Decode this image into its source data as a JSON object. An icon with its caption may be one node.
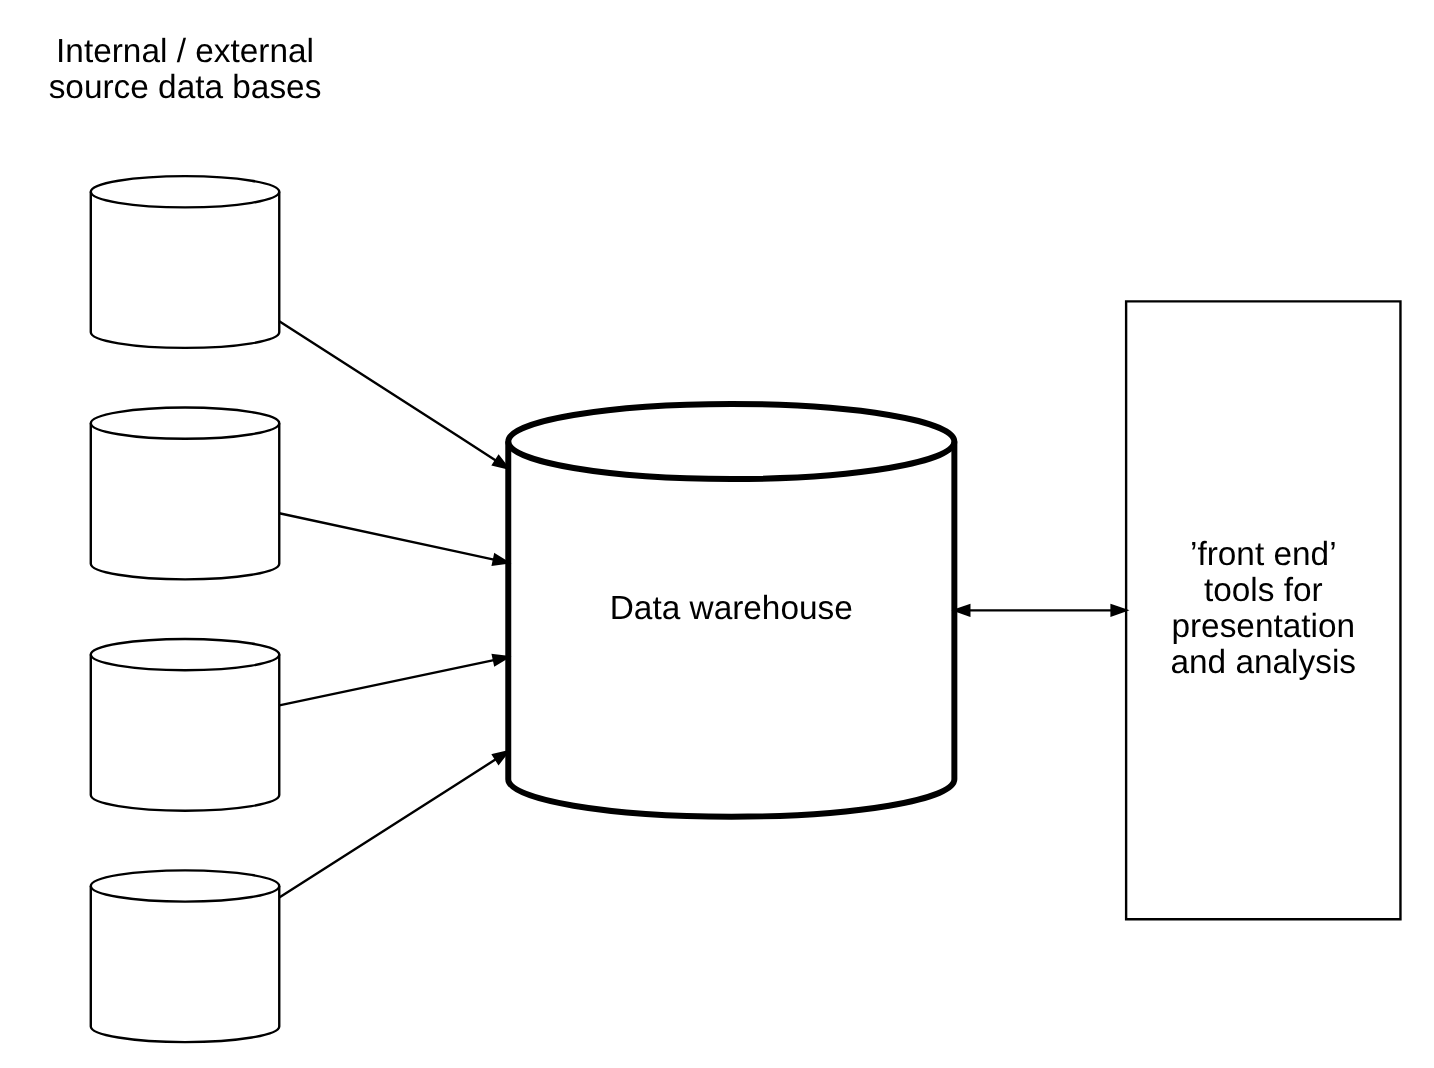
{
  "diagram": {
    "nodes": [
      {
        "text": [],
        "shape": "cylinder"
      },
      {
        "text": [],
        "shape": "cylinder"
      },
      {
        "text": [],
        "shape": "cylinder"
      },
      {
        "text": [],
        "shape": "cylinder"
      },
      {
        "text": [
          "Data warehouse"
        ]
      },
      {
        "text": [
          "’front end’ tools for presentation and analysis"
        ]
      }
    ],
    "edges": [
      {
        "from": 0,
        "to": 4,
        "arrow": "to"
      },
      {
        "from": 1,
        "to": 4,
        "arrow": "to"
      },
      {
        "from": 2,
        "to": 4,
        "arrow": "to"
      },
      {
        "from": 3,
        "to": 4,
        "arrow": "to"
      },
      {
        "from": 4,
        "to": 5,
        "arrow": "both"
      }
    ],
    "labels": [
      "Internal / external source data bases"
    ]
  }
}
